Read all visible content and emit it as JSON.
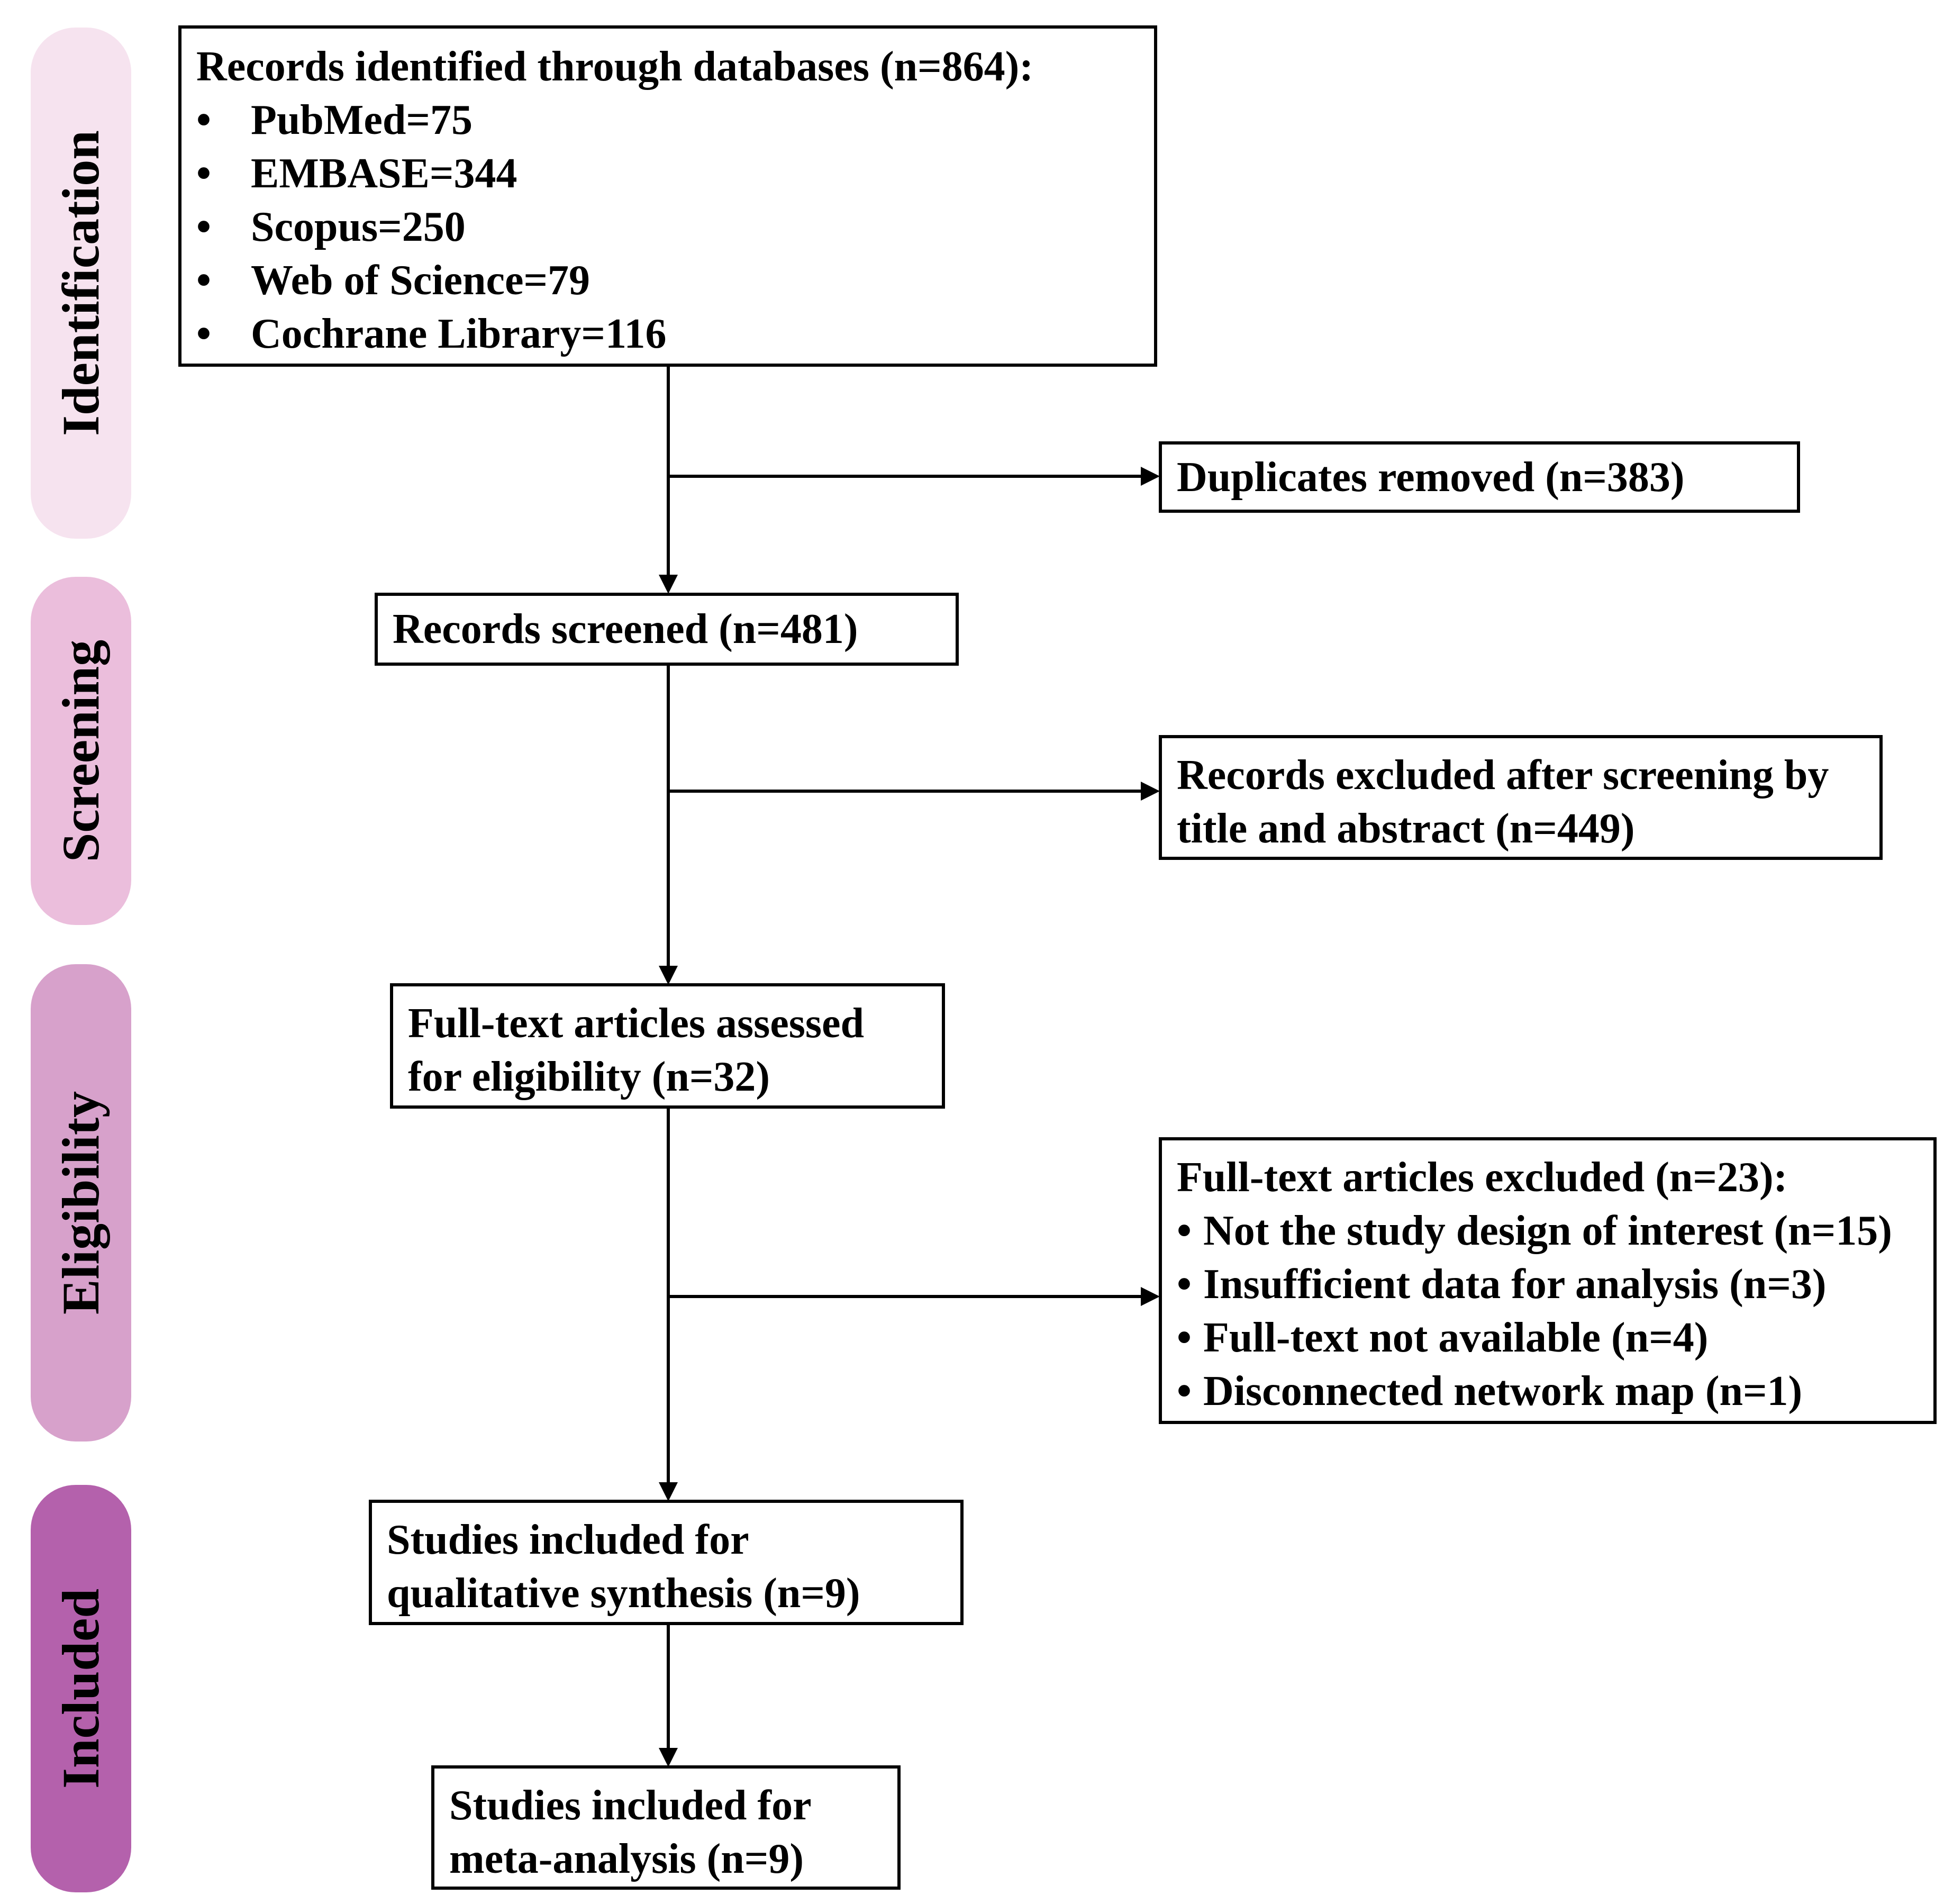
{
  "colors": {
    "identification": "#f6e3ef",
    "screening": "#ebbedc",
    "eligibility": "#d7a1cb",
    "included": "#b461ac",
    "line": "#000000"
  },
  "phases": {
    "identification": "Identification",
    "screening": "Screening",
    "eligibility": "Eligibility",
    "included": "Included"
  },
  "identified": {
    "title": "Records identified through databases (n=864):",
    "bullet": "•",
    "sources": [
      "PubMed=75",
      "EMBASE=344",
      "Scopus=250",
      "Web of Science=79",
      "Cochrane Library=116"
    ]
  },
  "duplicates": "Duplicates removed (n=383)",
  "screened": "Records screened (n=481)",
  "excluded_screening": {
    "line1": "Records excluded after screening by",
    "line2": "title and abstract (n=449)"
  },
  "fulltext": {
    "line1": "Full-text articles assessed",
    "line2": "for eligibility (n=32)"
  },
  "excluded_fulltext": {
    "title": "Full-text articles excluded (n=23):",
    "bullet": "•",
    "reasons": [
      "Not the study design of interest (n=15)",
      "Insufficient data for analysis (n=3)",
      "Full-text not available (n=4)",
      "Disconnected network map (n=1)"
    ]
  },
  "qualitative": {
    "line1": "Studies included for",
    "line2": "qualitative synthesis (n=9)"
  },
  "meta": {
    "line1": "Studies included for",
    "line2": "meta-analysis (n=9)"
  }
}
